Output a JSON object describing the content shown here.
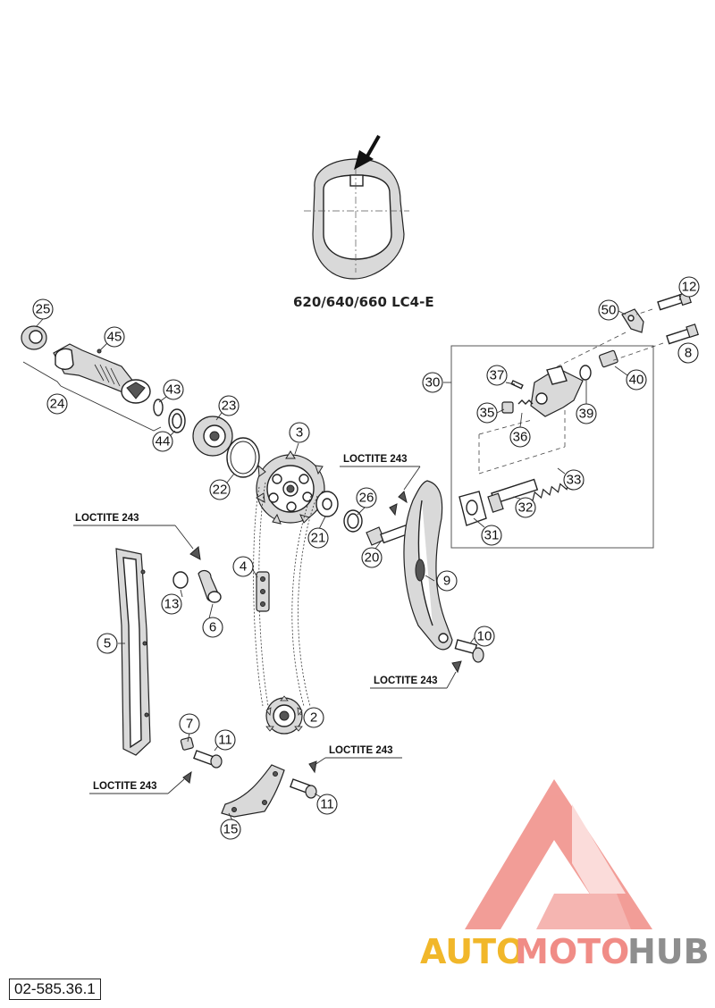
{
  "diagram": {
    "variant_caption": "620/640/660 LC4-E",
    "loctite_labels": [
      "LOCTITE 243",
      "LOCTITE 243",
      "LOCTITE 243",
      "LOCTITE 243",
      "LOCTITE 243"
    ],
    "callouts": {
      "c25": "25",
      "c45": "45",
      "c24": "24",
      "c43": "43",
      "c44": "44",
      "c23": "23",
      "c22": "22",
      "c3": "3",
      "c21": "21",
      "c26": "26",
      "c20": "20",
      "c9": "9",
      "c10": "10",
      "c4": "4",
      "c5": "5",
      "c6": "6",
      "c13": "13",
      "c2": "2",
      "c7": "7",
      "c11a": "11",
      "c11b": "11",
      "c15": "15",
      "c30": "30",
      "c37": "37",
      "c35": "35",
      "c36": "36",
      "c39": "39",
      "c40": "40",
      "c33": "33",
      "c32": "32",
      "c31": "31",
      "c50": "50",
      "c12": "12",
      "c8": "8"
    }
  },
  "watermark": {
    "brand_part1": "AUTO",
    "brand_part2": "MOTO",
    "brand_part3": "HUB",
    "colors": {
      "auto": "#f1b72a",
      "moto": "#f08c86",
      "hub": "#8e8e8e",
      "logo": "#f08c86"
    }
  },
  "footer": {
    "doc_number": "02-585.36.1"
  }
}
